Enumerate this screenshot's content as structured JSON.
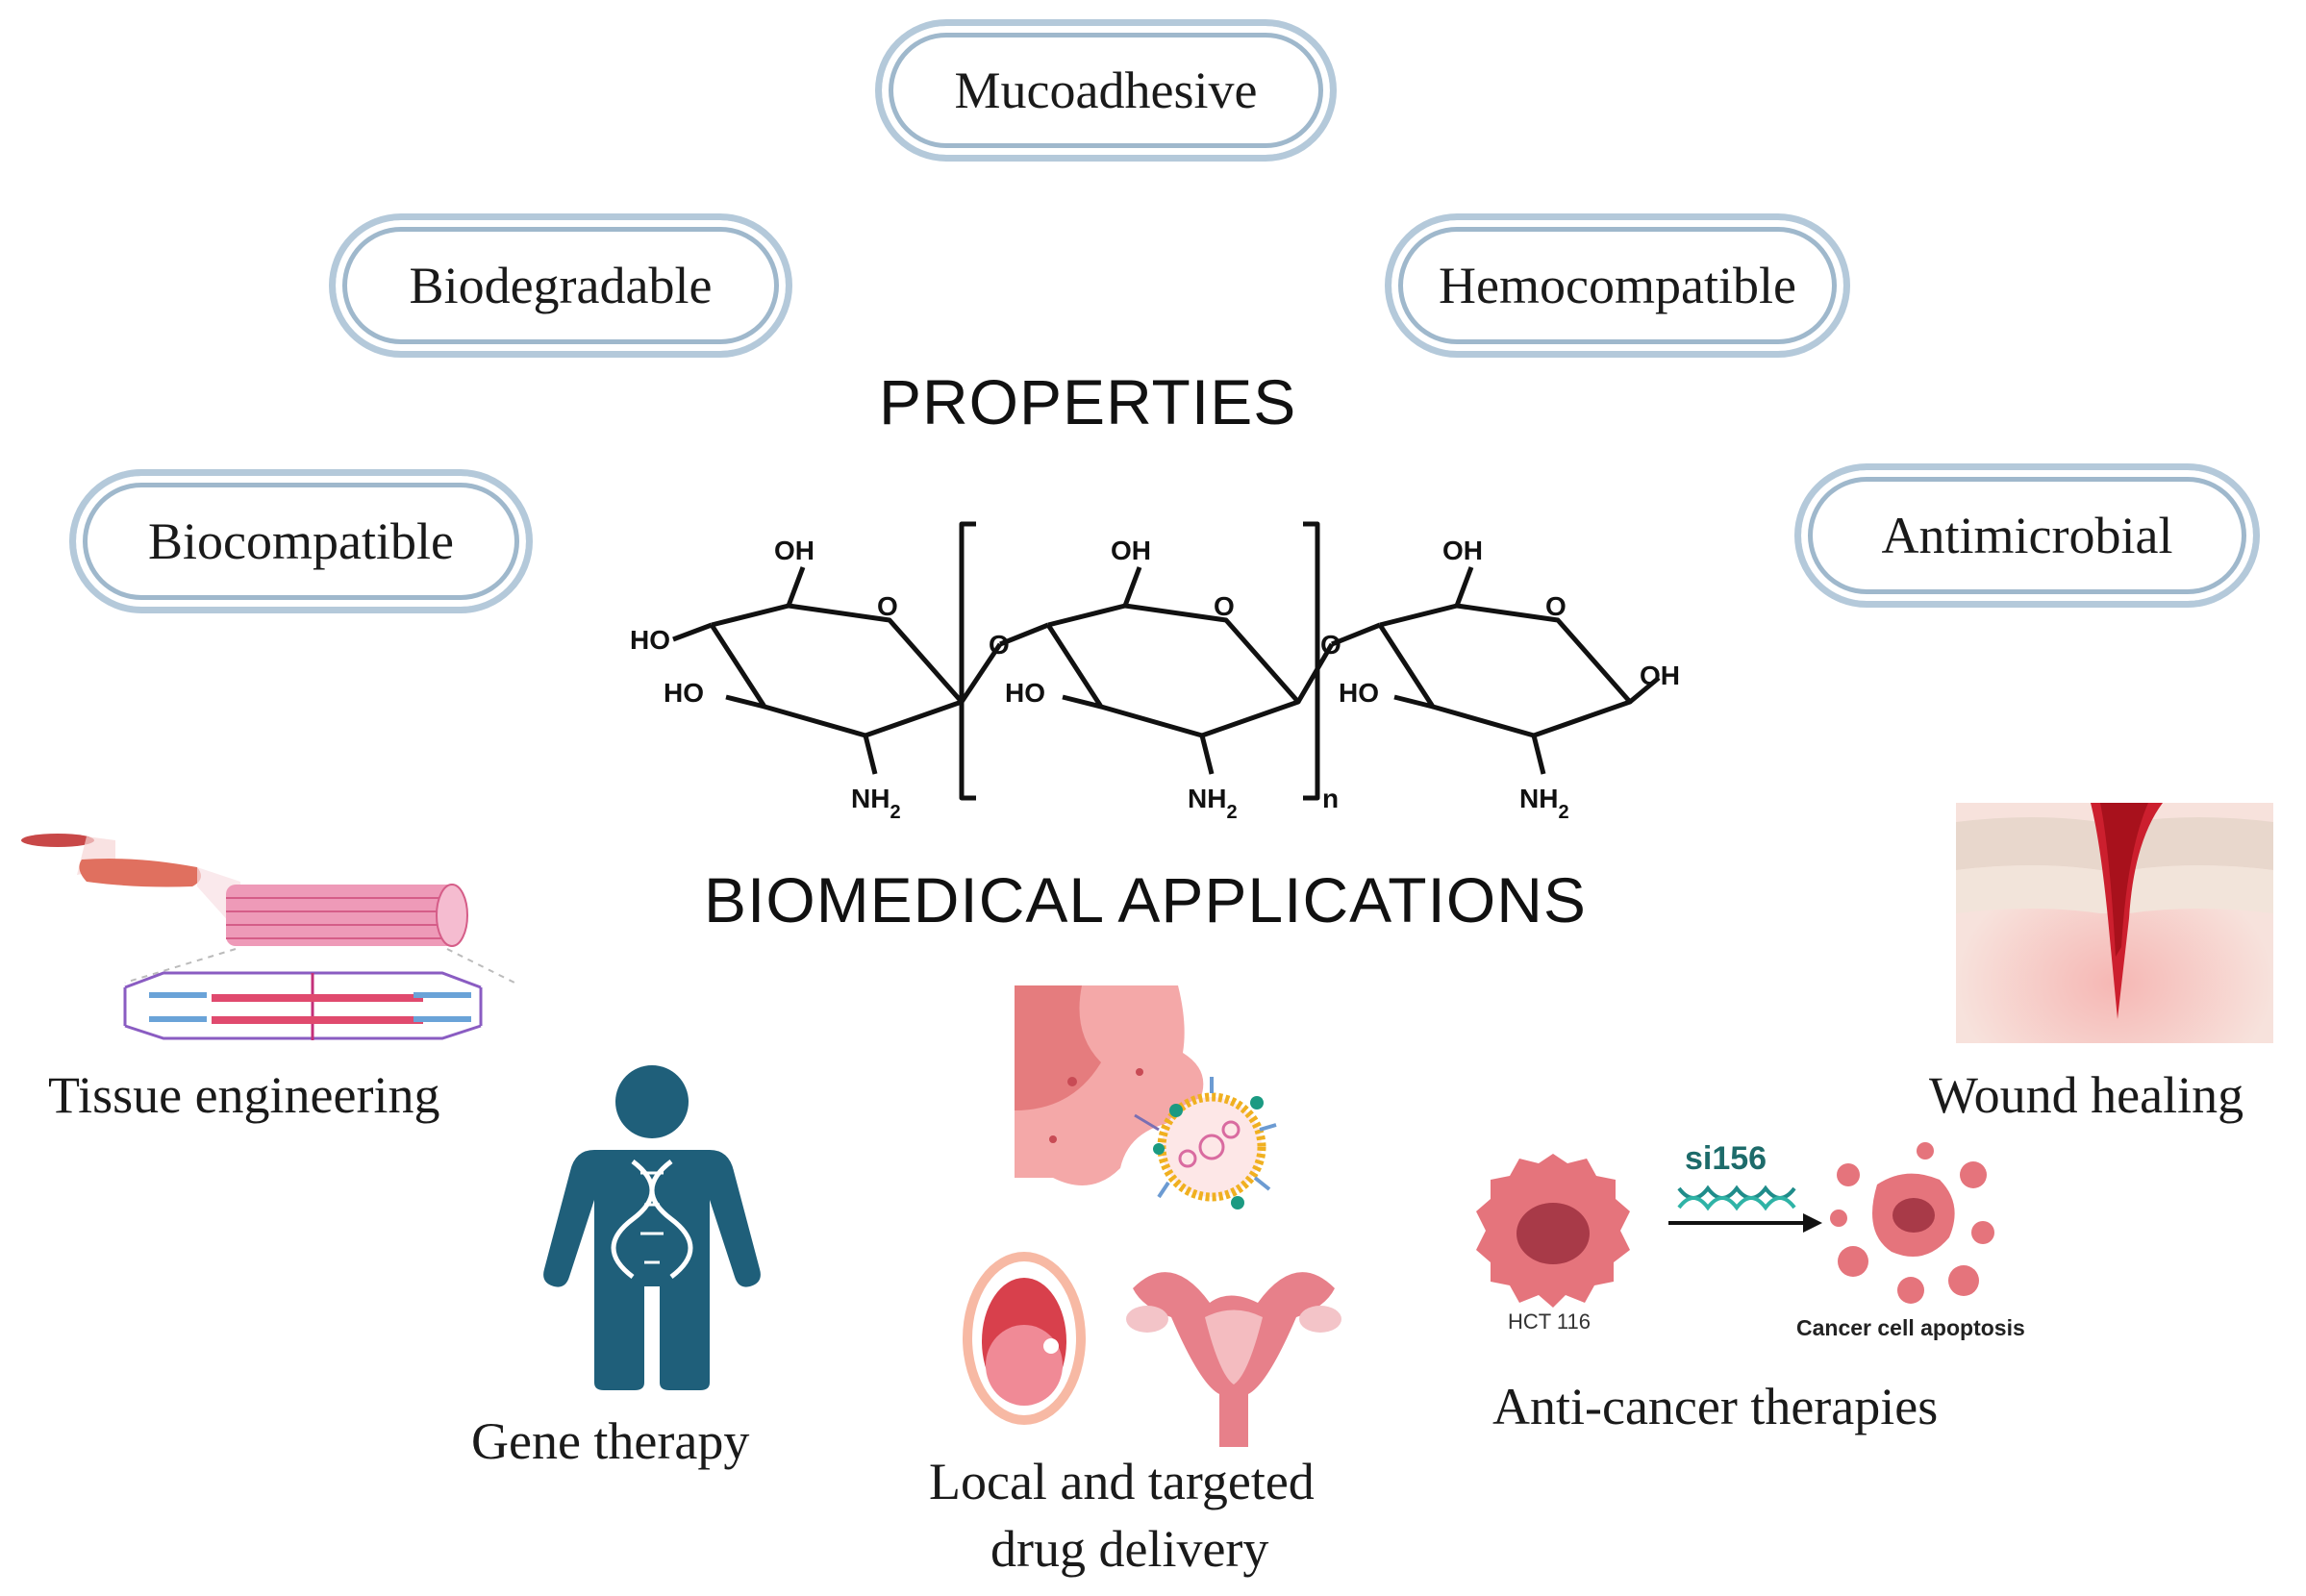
{
  "properties": {
    "heading": "PROPERTIES",
    "items": [
      "Mucoadhesive",
      "Biodegradable",
      "Hemocompatible",
      "Biocompatible",
      "Antimicrobial"
    ]
  },
  "structure": {
    "oh": "OH",
    "ho": "HO",
    "o": "O",
    "nh": "NH",
    "sub2": "2",
    "n": "n"
  },
  "applications": {
    "heading": "BIOMEDICAL APPLICATIONS",
    "tissue": "Tissue engineering",
    "gene": "Gene therapy",
    "drug_line1": "Local and targeted",
    "drug_line2": "drug delivery",
    "cancer": "Anti-cancer therapies",
    "wound": "Wound healing",
    "cell_line": "HCT 116",
    "sirna": "si156",
    "apoptosis": "Cancer cell apoptosis"
  },
  "colors": {
    "pill_border": "#b4c9da",
    "gene_figure": "#1f5f7a",
    "tissue_pink": "#e57aa0",
    "cancer_cell": "#d96b72",
    "wound_red": "#cc1f2e"
  }
}
